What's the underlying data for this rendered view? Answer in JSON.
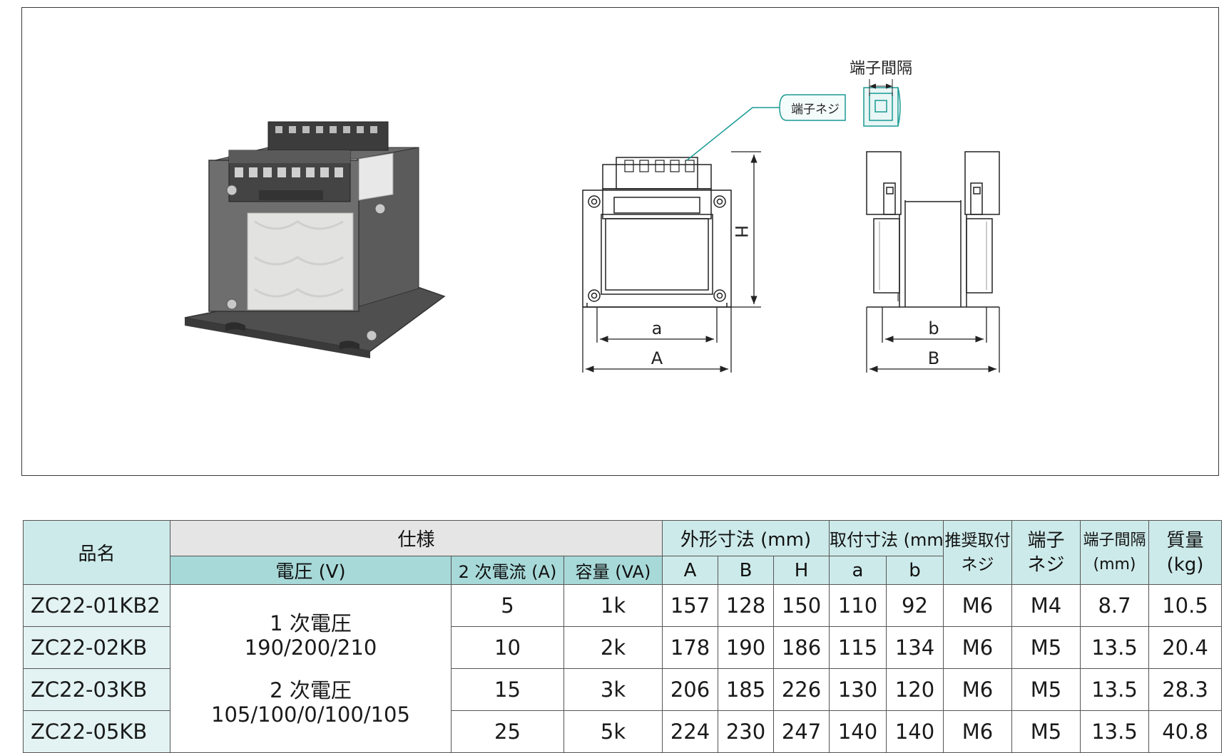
{
  "diagram": {
    "terminal_spacing_label": "端子間隔",
    "terminal_screw_label": "端子ネジ",
    "dim_a": "a",
    "dim_A": "A",
    "dim_H": "H",
    "dim_b": "b",
    "dim_B": "B",
    "accent_color": "#1a9a94"
  },
  "table": {
    "headers": {
      "model": "品名",
      "spec": "仕様",
      "outer_dims": "外形寸法 (mm)",
      "mount_dims": "取付寸法 (mm)",
      "recommended_screw_line1": "推奨取付",
      "recommended_screw_line2": "ネジ",
      "terminal_screw_line1": "端子",
      "terminal_screw_line2": "ネジ",
      "terminal_spacing_line1": "端子間隔",
      "terminal_spacing_line2": "(mm)",
      "mass_line1": "質量",
      "mass_line2": "(kg)",
      "voltage": "電圧 (V)",
      "secondary_current": "2 次電流 (A)",
      "capacity": "容量 (VA)",
      "A": "A",
      "B": "B",
      "H": "H",
      "a": "a",
      "b": "b"
    },
    "voltage_spec": {
      "primary_label": "1 次電圧",
      "primary_values": "190/200/210",
      "secondary_label": "2 次電圧",
      "secondary_values": "105/100/0/100/105"
    },
    "rows": [
      {
        "model": "ZC22-01KB2",
        "current": "5",
        "capacity": "1k",
        "A": "157",
        "B": "128",
        "H": "150",
        "a": "110",
        "b": "92",
        "mount_screw": "M6",
        "terminal_screw": "M4",
        "spacing": "8.7",
        "mass": "10.5"
      },
      {
        "model": "ZC22-02KB",
        "current": "10",
        "capacity": "2k",
        "A": "178",
        "B": "190",
        "H": "186",
        "a": "115",
        "b": "134",
        "mount_screw": "M6",
        "terminal_screw": "M5",
        "spacing": "13.5",
        "mass": "20.4"
      },
      {
        "model": "ZC22-03KB",
        "current": "15",
        "capacity": "3k",
        "A": "206",
        "B": "185",
        "H": "226",
        "a": "130",
        "b": "120",
        "mount_screw": "M6",
        "terminal_screw": "M5",
        "spacing": "13.5",
        "mass": "28.3"
      },
      {
        "model": "ZC22-05KB",
        "current": "25",
        "capacity": "5k",
        "A": "224",
        "B": "230",
        "H": "247",
        "a": "140",
        "b": "140",
        "mount_screw": "M6",
        "terminal_screw": "M5",
        "spacing": "13.5",
        "mass": "40.8"
      }
    ]
  }
}
